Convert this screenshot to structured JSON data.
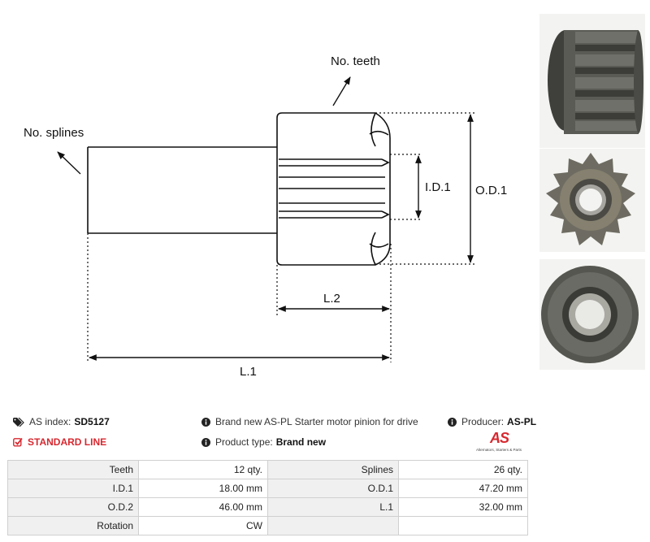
{
  "diagram": {
    "labels": {
      "no_teeth": "No. teeth",
      "no_splines": "No. splines",
      "id1": "I.D.1",
      "od1": "O.D.1",
      "l2": "L.2",
      "l1": "L.1"
    }
  },
  "info": {
    "index_label": "AS index:",
    "index_value": "SD5127",
    "standard_line": "STANDARD LINE",
    "description": "Brand new AS-PL Starter motor pinion for drive",
    "product_type_label": "Product type:",
    "product_type_value": "Brand new",
    "producer_label": "Producer:",
    "producer_value": "AS-PL"
  },
  "logo": {
    "mark": "AS",
    "tagline": "Alternators, Starters & Parts"
  },
  "specs": {
    "rows": [
      {
        "label_a": "Teeth",
        "value_a": "12 qty.",
        "label_b": "Splines",
        "value_b": "26 qty."
      },
      {
        "label_a": "I.D.1",
        "value_a": "18.00 mm",
        "label_b": "O.D.1",
        "value_b": "47.20 mm"
      },
      {
        "label_a": "O.D.2",
        "value_a": "46.00 mm",
        "label_b": "L.1",
        "value_b": "32.00 mm"
      },
      {
        "label_a": "Rotation",
        "value_a": "CW",
        "label_b": "",
        "value_b": ""
      }
    ]
  },
  "colors": {
    "accent": "#d7282f",
    "line": "#111111",
    "table_label_bg": "#f0f0f0",
    "table_border": "#d0d0d0"
  },
  "icons": {
    "tag": "tags-icon",
    "check": "check-square-icon",
    "info": "info-circle-icon"
  }
}
